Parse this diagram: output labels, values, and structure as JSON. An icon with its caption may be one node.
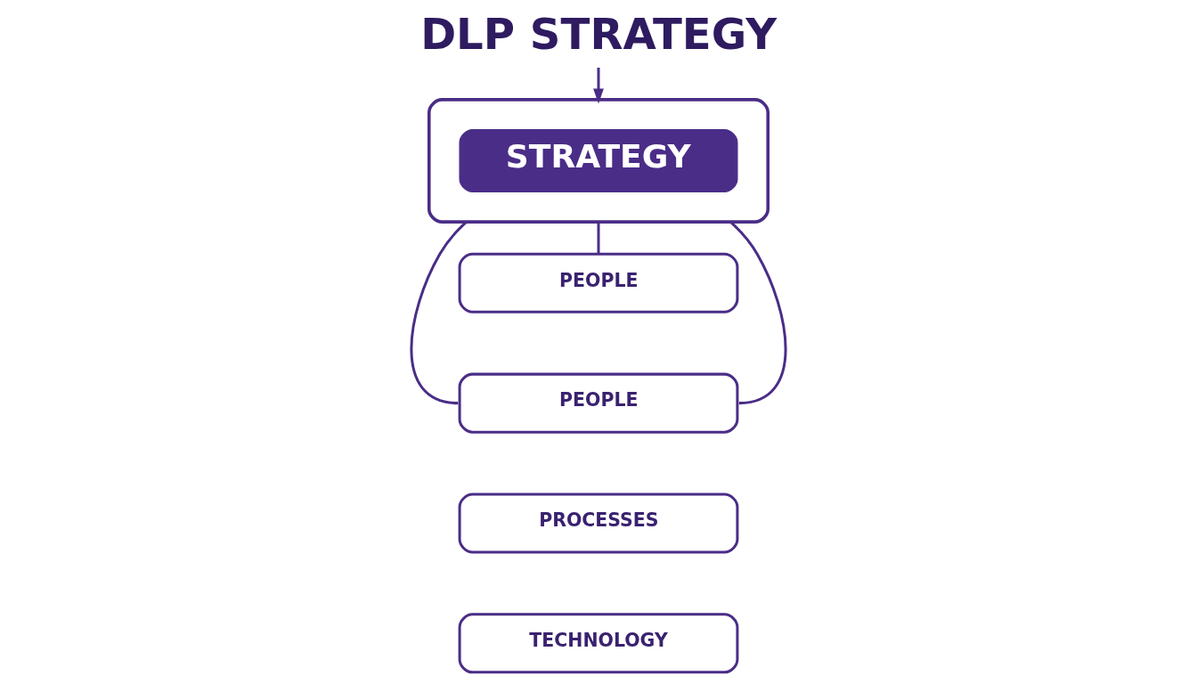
{
  "diagram": {
    "nodes": [
      {
        "text": [
          "DLP STRATEGY"
        ]
      },
      {
        "text": [],
        "shape": "box"
      },
      {
        "text": [
          "STRATEGY"
        ],
        "in": 1
      },
      {
        "text": [
          "PEOPLE"
        ]
      },
      {
        "text": [
          "PEOPLE"
        ]
      },
      {
        "text": [
          "PROCESSES"
        ]
      },
      {
        "text": [
          "TECHNOLOGY"
        ]
      }
    ],
    "edges": [
      {
        "from": 0,
        "to": 1,
        "arrow": "to"
      },
      {
        "from": 1,
        "to": 4,
        "arrow": "none"
      },
      {
        "from": 1,
        "to": 3,
        "arrow": "none"
      },
      {
        "from": 1,
        "to": 4,
        "arrow": "none"
      }
    ]
  }
}
